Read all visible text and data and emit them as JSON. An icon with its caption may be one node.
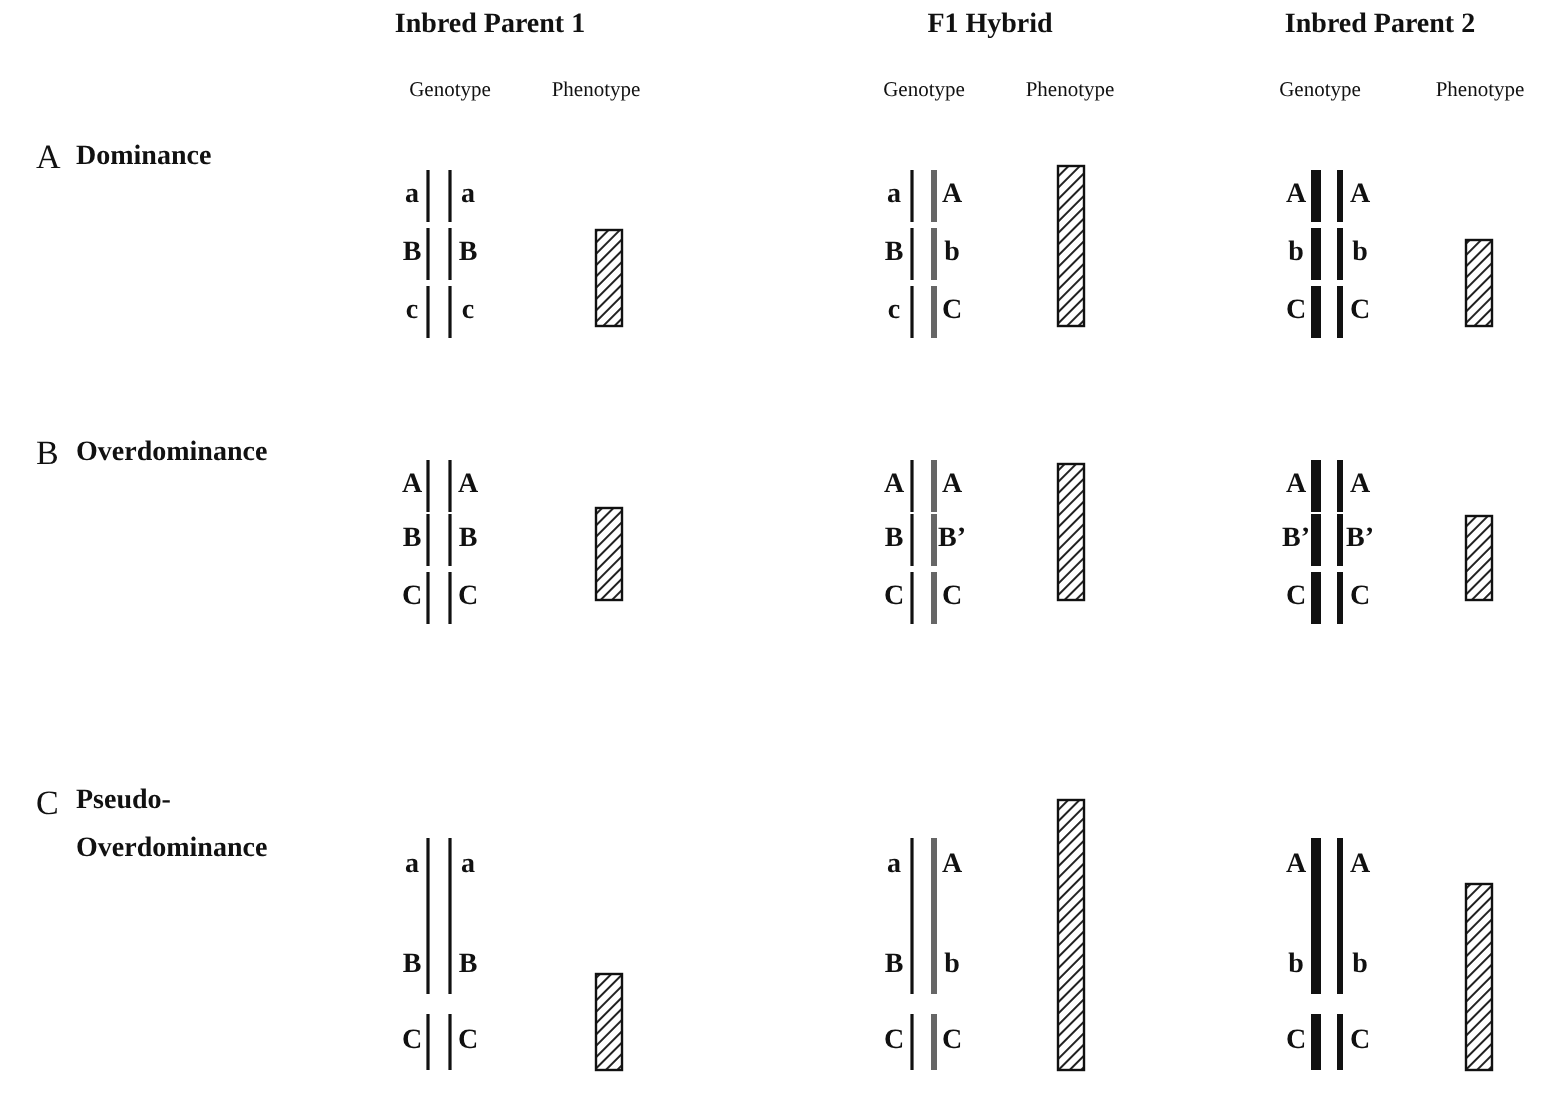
{
  "diagram": {
    "labels": [
      "Inbred Parent 1",
      "F1 Hybrid",
      "Inbred Parent 2",
      "Genotype",
      "Phenotype",
      "Genotype",
      "Phenotype",
      "Genotype",
      "Phenotype",
      "A",
      "Dominance",
      "a",
      "a",
      "a",
      "A",
      "A",
      "A",
      "B",
      "B",
      "B",
      "b",
      "b",
      "b",
      "c",
      "c",
      "c",
      "C",
      "C",
      "C",
      "B",
      "Overdominance",
      "A",
      "A",
      "A",
      "A",
      "A",
      "A",
      "B",
      "B",
      "B",
      "B’",
      "B’",
      "B’",
      "C",
      "C",
      "C",
      "C",
      "C",
      "C",
      "C",
      "Pseudo- Overdominance",
      "a",
      "a",
      "a",
      "A",
      "A",
      "A",
      "B",
      "B",
      "B",
      "b",
      "b",
      "b",
      "C",
      "C",
      "C",
      "C",
      "C",
      "C"
    ]
  }
}
